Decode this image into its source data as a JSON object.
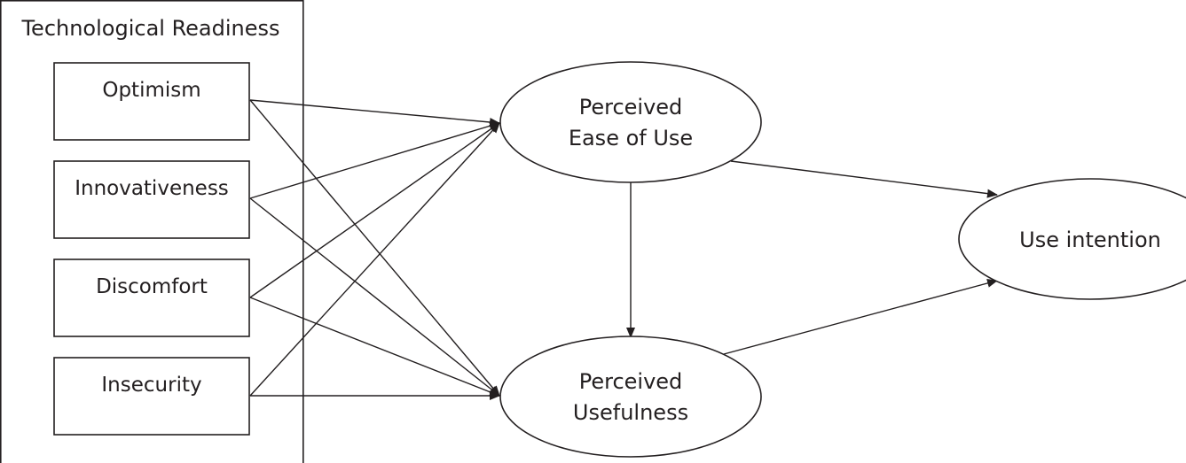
{
  "group": {
    "title": "Technological Readiness",
    "items": [
      {
        "label": "Optimism"
      },
      {
        "label": "Innovativeness"
      },
      {
        "label": "Discomfort"
      },
      {
        "label": "Insecurity"
      }
    ]
  },
  "constructs": {
    "ease_of_use": {
      "line1": "Perceived",
      "line2": "Ease of Use"
    },
    "usefulness": {
      "line1": "Perceived",
      "line2": "Usefulness"
    },
    "intention": {
      "label": "Use intention"
    }
  }
}
